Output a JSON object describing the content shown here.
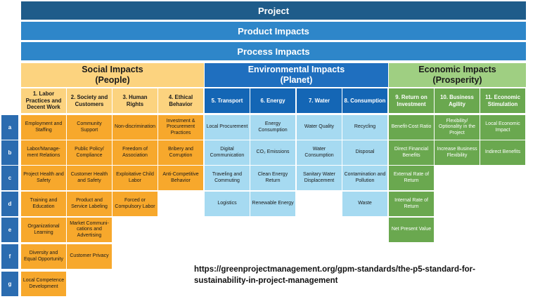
{
  "header": {
    "project": "Project",
    "product": "Product Impacts",
    "process": "Process Impacts"
  },
  "groups": {
    "social": {
      "line1": "Social Impacts",
      "line2": "(People)"
    },
    "environmental": {
      "line1": "Environmental Impacts",
      "line2": "(Planet)"
    },
    "economic": {
      "line1": "Economic Impacts",
      "line2": "(Prosperity)"
    }
  },
  "columns": [
    {
      "title": "1. Labor Practices and Decent Work",
      "cells": [
        "Employment and Staffing",
        "Labor/Manage-ment Relations",
        "Project Health and Safety",
        "Training and Education",
        "Organizational Learning",
        "Diversity and Equal Opportunity",
        "Local Competence Development"
      ]
    },
    {
      "title": "2. Society and Customers",
      "cells": [
        "Community Support",
        "Public Policy/ Compliance",
        "Customer Health and Safety",
        "Product and Service Labeling",
        "Market Communi-cations and Advertising",
        "Customer Privacy"
      ]
    },
    {
      "title": "3. Human Rights",
      "cells": [
        "Non-discrimination",
        "Freedom of Association",
        "Exploitative Child Labor",
        "Forced or Compulsory Labor"
      ]
    },
    {
      "title": "4. Ethical Behavior",
      "cells": [
        "Investment & Procurement Practices",
        "Bribery and Corruption",
        "Anti-Competitive Behavior"
      ]
    },
    {
      "title": "5. Transport",
      "cells": [
        "Local Procurement",
        "Digital Communication",
        "Traveling and Commuting",
        "Logistics"
      ]
    },
    {
      "title": "6. Energy",
      "cells": [
        "Energy Consumption",
        "CO₂ Emissions",
        "Clean Energy Return",
        "Renewable Energy"
      ]
    },
    {
      "title": "7. Water",
      "cells": [
        "Water Quality",
        "Water Consumption",
        "Sanitary Water Displacement"
      ]
    },
    {
      "title": "8. Consumption",
      "cells": [
        "Recycling",
        "Disposal",
        "Contamination and Pollution",
        "Waste"
      ]
    },
    {
      "title": "9. Return on Investment",
      "cells": [
        "Benefit-Cost Ratio",
        "Direct Financial Benefits",
        "External Rate of Return",
        "Internal Rate of Return",
        "Net Present Value"
      ]
    },
    {
      "title": "10. Business Agility",
      "cells": [
        "Flexibility/ Optionality in the Project",
        "Increase Business Flexibility"
      ]
    },
    {
      "title": "11. Economic Stimulation",
      "cells": [
        "Local Economic Impact",
        "Indirect Benefits"
      ]
    }
  ],
  "row_labels": [
    "a",
    "b",
    "c",
    "d",
    "e",
    "f",
    "g"
  ],
  "url": {
    "line1": "https://greenprojectmanagement.org/gpm-standards/the-p5-standard-for-",
    "line2": "sustainability-in-project-management"
  }
}
